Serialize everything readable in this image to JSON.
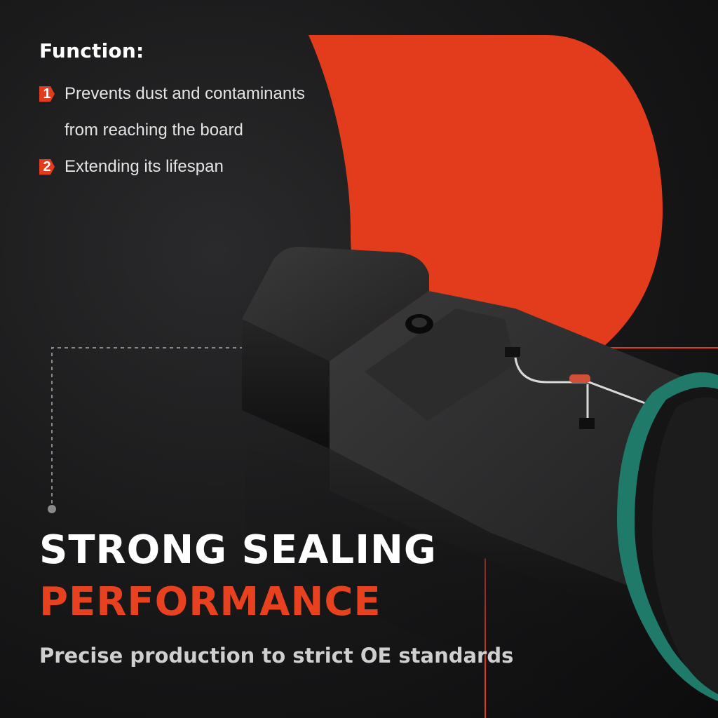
{
  "function": {
    "title": "Function:",
    "items": [
      {
        "number": "1",
        "line1": "Prevents dust and contaminants",
        "line2": "from reaching the board"
      },
      {
        "number": "2",
        "line1": "Extending its lifespan"
      }
    ]
  },
  "headline": {
    "line1": "STRONG SEALING",
    "line2": "PERFORMANCE"
  },
  "subline": "Precise production to strict OE standards",
  "colors": {
    "accent": "#e23c1c",
    "headline_accent": "#e8411f",
    "seal_green": "#1f7a6a",
    "background": "#151516"
  },
  "icons": [
    "sensor-product-image",
    "number-badge-icon"
  ]
}
